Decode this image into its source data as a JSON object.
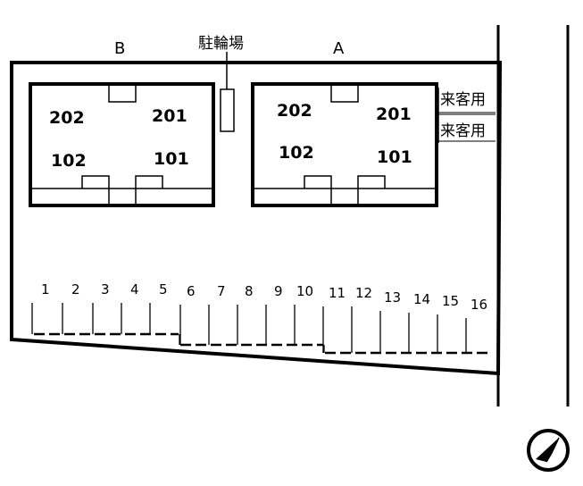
{
  "buildings": [
    {
      "id": "B",
      "label": "B",
      "rooms": {
        "tl": "202",
        "tr": "201",
        "bl": "102",
        "br": "101"
      }
    },
    {
      "id": "A",
      "label": "A",
      "rooms": {
        "tl": "202",
        "tr": "201",
        "bl": "102",
        "br": "101"
      }
    }
  ],
  "bicycle_parking_label": "駐輪場",
  "guest_parking": [
    "来客用",
    "来客用"
  ],
  "parking_spaces": [
    "1",
    "2",
    "3",
    "4",
    "5",
    "6",
    "7",
    "8",
    "9",
    "10",
    "11",
    "12",
    "13",
    "14",
    "15",
    "16"
  ],
  "north_icon": "north-arrow-icon"
}
